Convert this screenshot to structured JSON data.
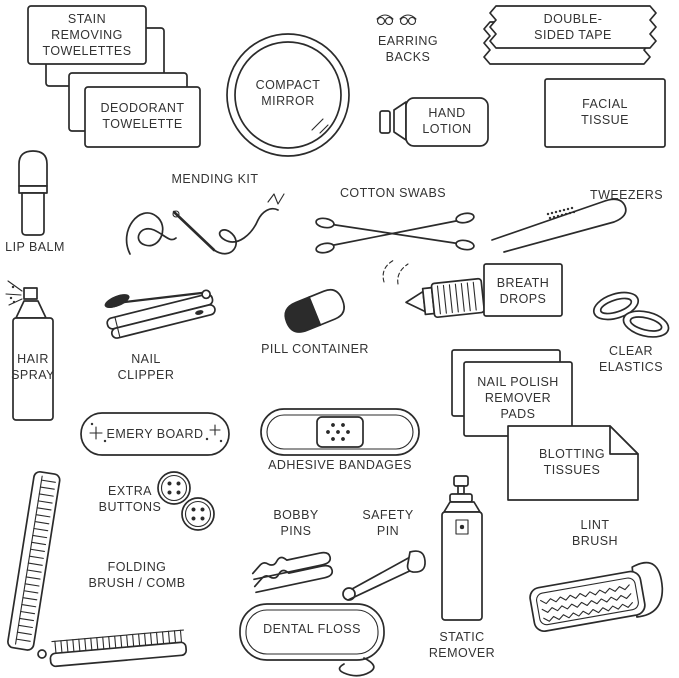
{
  "ink_color": "#2b2b2b",
  "items": {
    "stain_towelettes": {
      "label": "STAIN\nREMOVING\nTOWELETTES"
    },
    "deodorant_towelette": {
      "label": "DEODORANT\nTOWELETTE"
    },
    "compact_mirror": {
      "label": "COMPACT\nMIRROR"
    },
    "earring_backs": {
      "label": "EARRING\nBACKS"
    },
    "double_sided_tape": {
      "label": "DOUBLE-\nSIDED TAPE"
    },
    "hand_lotion": {
      "label": "HAND\nLOTION"
    },
    "facial_tissue": {
      "label": "FACIAL\nTISSUE"
    },
    "lip_balm": {
      "label": "LIP BALM"
    },
    "mending_kit": {
      "label": "MENDING KIT"
    },
    "cotton_swabs": {
      "label": "COTTON SWABS"
    },
    "tweezers": {
      "label": "TWEEZERS"
    },
    "hair_spray": {
      "label": "HAIR\nSPRAY"
    },
    "nail_clipper": {
      "label": "NAIL\nCLIPPER"
    },
    "pill_container": {
      "label": "PILL CONTAINER"
    },
    "breath_drops": {
      "label": "BREATH\nDROPS"
    },
    "clear_elastics": {
      "label": "CLEAR\nELASTICS"
    },
    "emery_board": {
      "label": "EMERY BOARD"
    },
    "nail_polish_pads": {
      "label": "NAIL POLISH\nREMOVER\nPADS"
    },
    "adhesive_bandages": {
      "label": "ADHESIVE BANDAGES"
    },
    "blotting_tissues": {
      "label": "BLOTTING\nTISSUES"
    },
    "extra_buttons": {
      "label": "EXTRA\nBUTTONS"
    },
    "bobby_pins": {
      "label": "BOBBY\nPINS"
    },
    "safety_pin": {
      "label": "SAFETY\nPIN"
    },
    "static_remover": {
      "label": "STATIC\nREMOVER"
    },
    "lint_brush": {
      "label": "LINT\nBRUSH"
    },
    "folding_brush_comb": {
      "label": "FOLDING\nBRUSH / COMB"
    },
    "dental_floss": {
      "label": "DENTAL FLOSS"
    }
  }
}
